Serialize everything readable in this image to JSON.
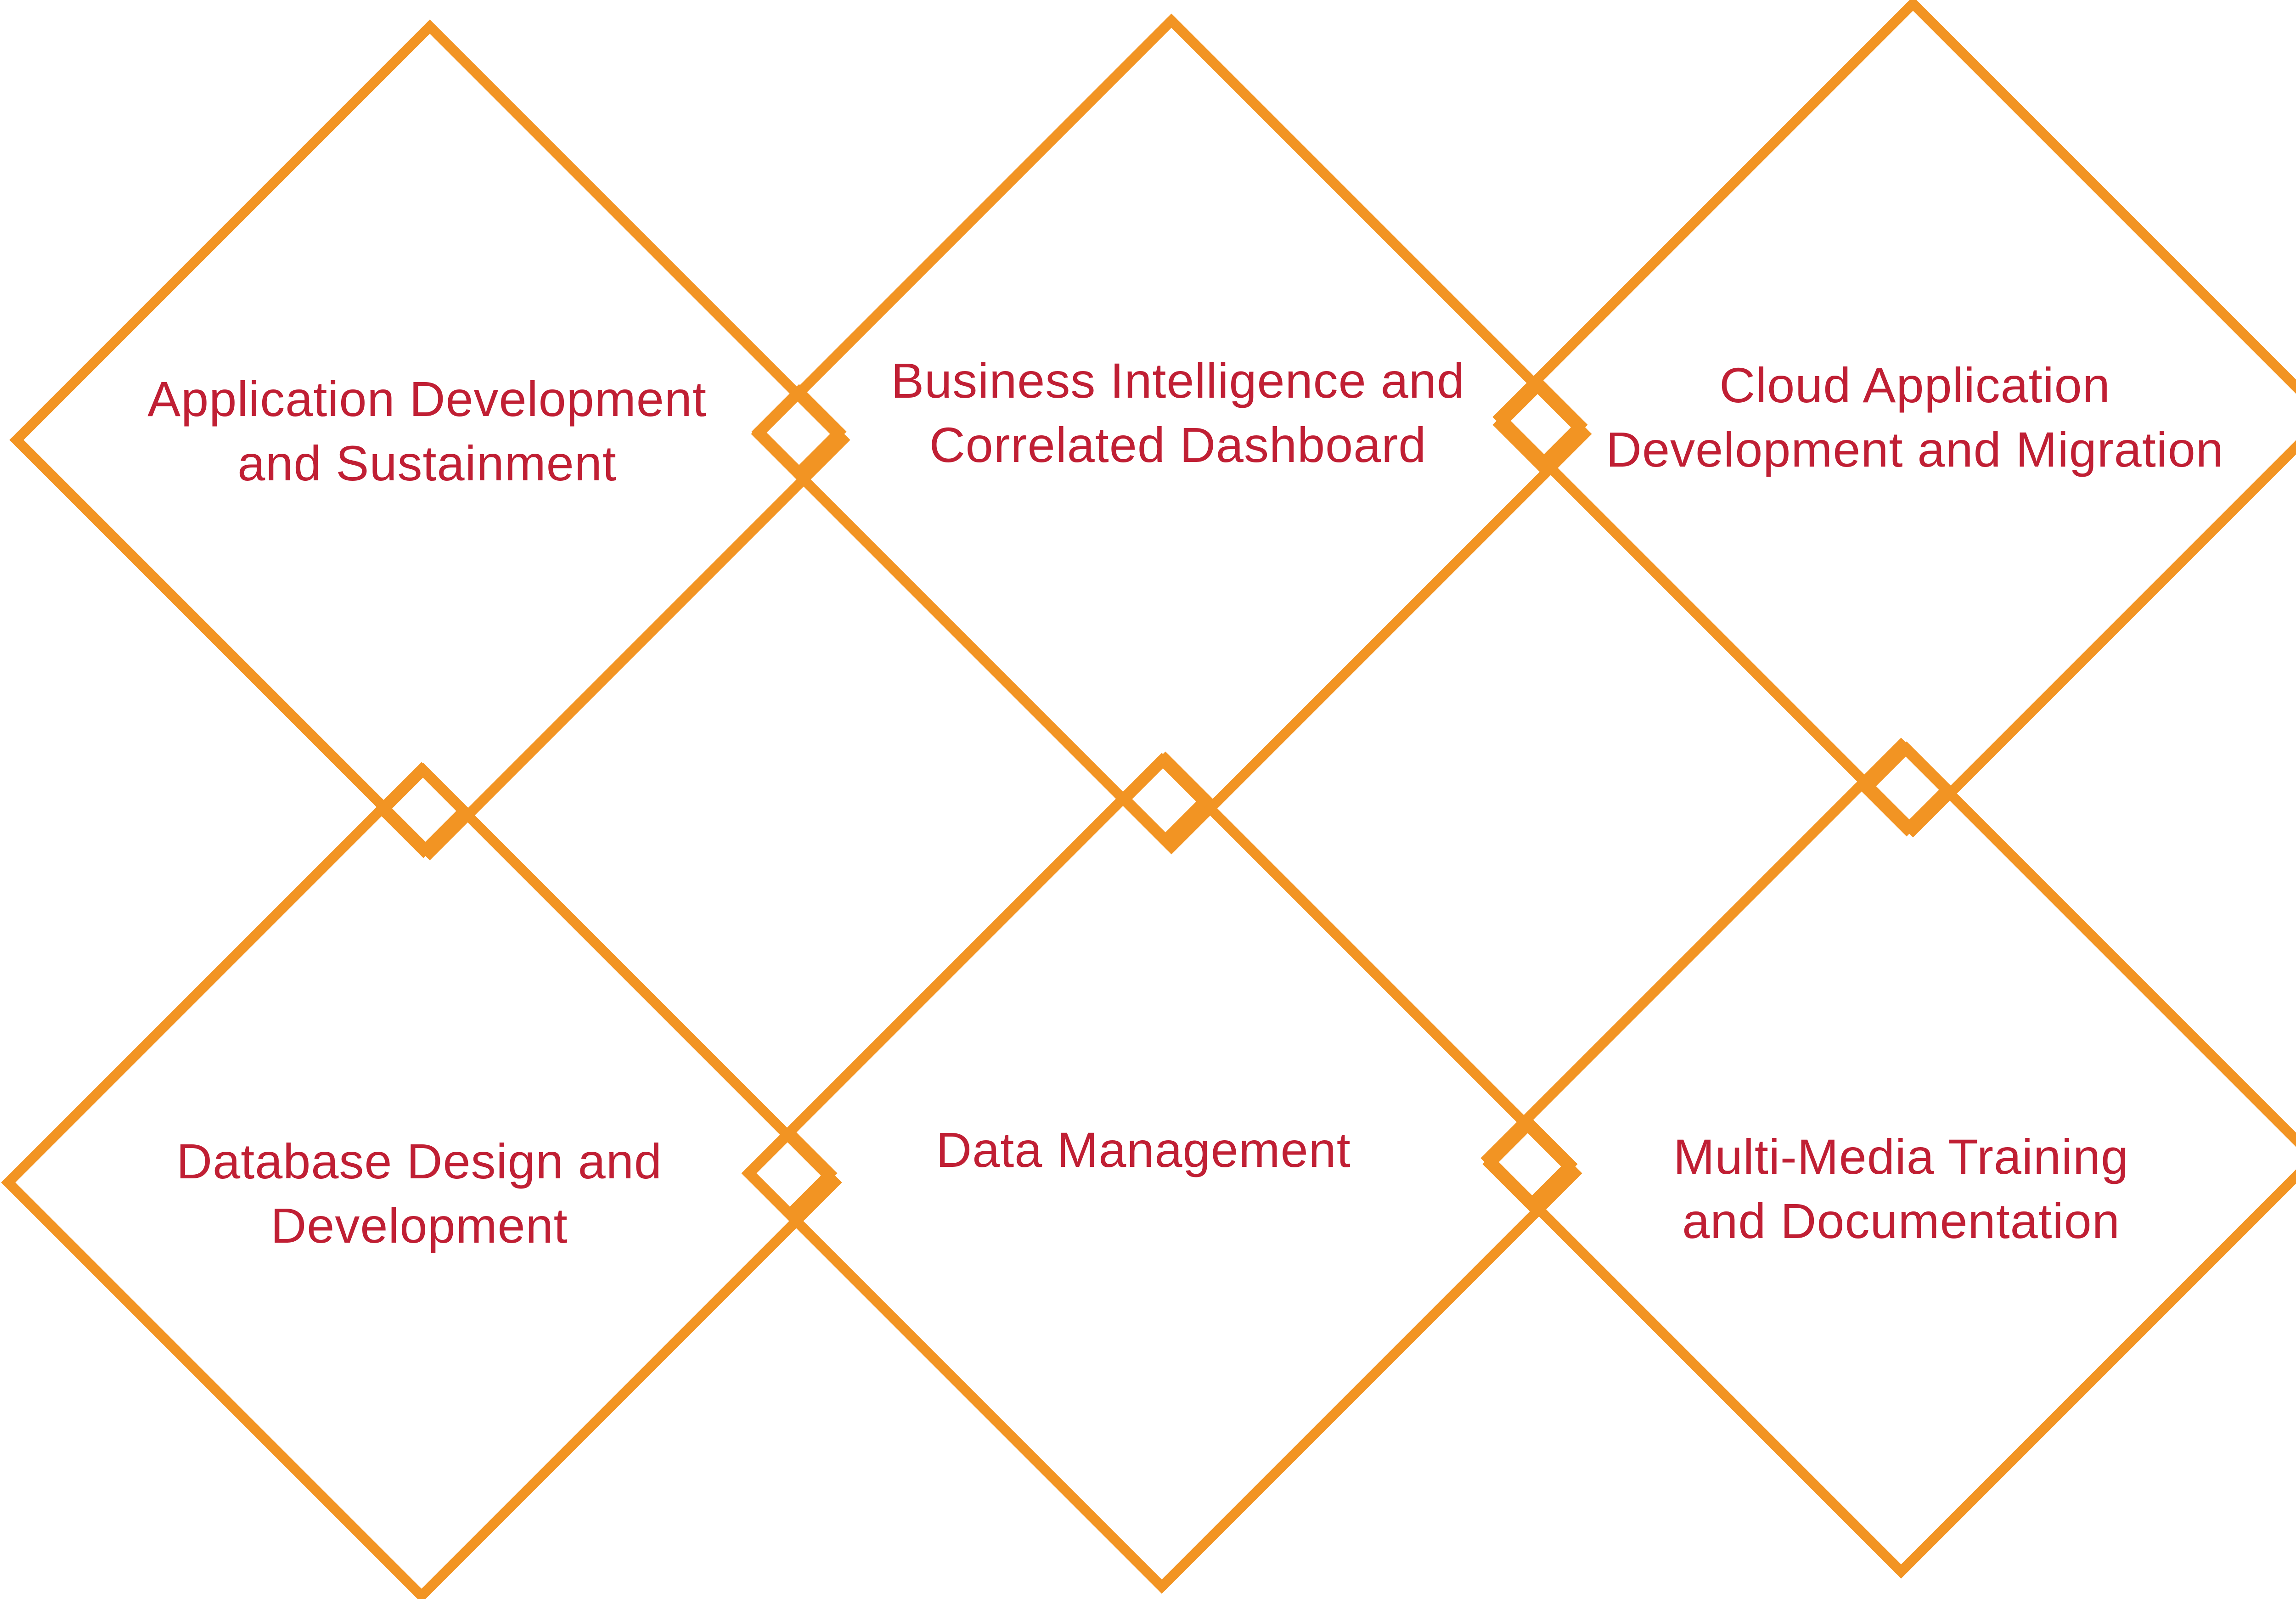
{
  "colors": {
    "diamond_stroke": "#f29423",
    "label_text": "#c01f34",
    "background": "#ffffff"
  },
  "services": [
    {
      "lines": [
        "Application Development",
        "and Sustainment"
      ]
    },
    {
      "lines": [
        "Business Intelligence and",
        "Correlated Dashboard"
      ]
    },
    {
      "lines": [
        "Cloud Application",
        "Development and Migration"
      ]
    },
    {
      "lines": [
        "Database Design and",
        "Development"
      ]
    },
    {
      "lines": [
        "Data Management"
      ]
    },
    {
      "lines": [
        "Multi-Media Training",
        "and Documentation"
      ]
    }
  ]
}
